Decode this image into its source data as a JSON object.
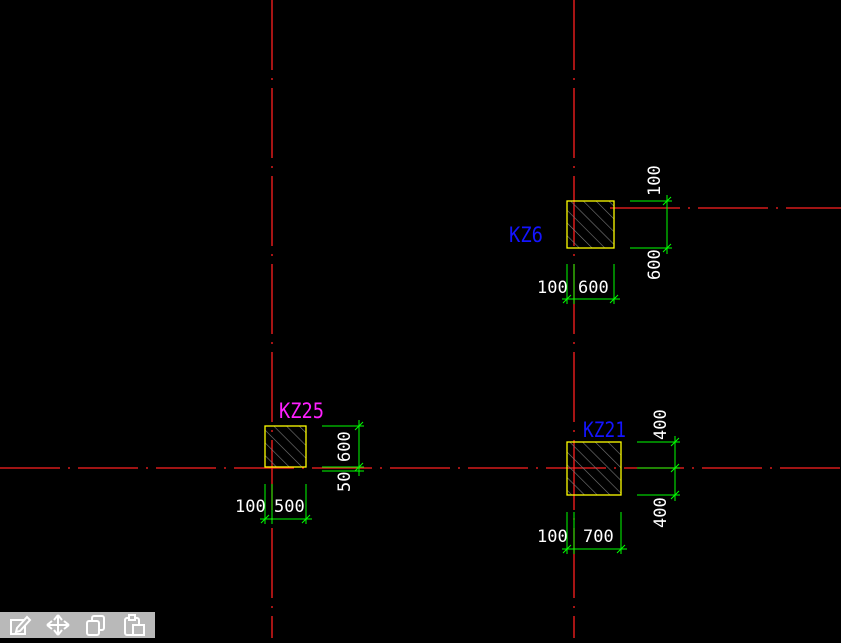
{
  "colors": {
    "background": "#000000",
    "axis": "#ff2020",
    "column_outline": "#ffff00",
    "dimension": "#00ff00",
    "dim_text": "#ffffff",
    "label_blue": "#1414ff",
    "label_magenta": "#ff20ff",
    "toolbar_bg": "#b9b9b9"
  },
  "columns": {
    "kz6": {
      "label": "KZ6",
      "dim_top": "100",
      "dim_bottom": "600",
      "dim_left": "100",
      "dim_right": "600"
    },
    "kz25": {
      "label": "KZ25",
      "dim_top": "600",
      "dim_bottom": "50",
      "dim_left": "100",
      "dim_right": "500"
    },
    "kz21": {
      "label": "KZ21",
      "dim_top": "400",
      "dim_bottom": "400",
      "dim_left": "100",
      "dim_right": "700"
    }
  },
  "toolbar": {
    "icons": [
      "edit-icon",
      "move-icon",
      "copy-icon",
      "paste-icon"
    ]
  }
}
